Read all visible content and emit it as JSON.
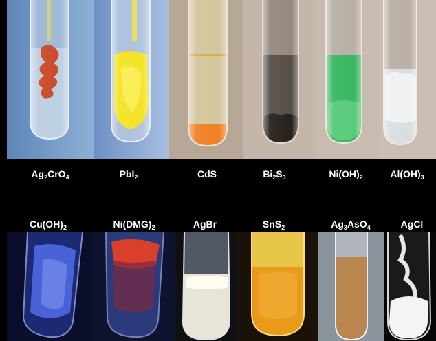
{
  "top_row": [
    {
      "formula": "Ag",
      "sub": "2",
      "rest": "CrO",
      "sub2": "4"
    },
    {
      "formula": "PbI",
      "sub": "2",
      "rest": "",
      "sub2": ""
    },
    {
      "formula": "CdS",
      "sub": "",
      "rest": "",
      "sub2": ""
    },
    {
      "formula": "Bi",
      "sub": "2",
      "rest": "S",
      "sub2": "3"
    },
    {
      "formula": "Ni(OH)",
      "sub": "2",
      "rest": "",
      "sub2": ""
    },
    {
      "formula": "Al(OH)",
      "sub": "3",
      "rest": "",
      "sub2": ""
    }
  ],
  "bottom_row": [
    {
      "formula": "Cu(OH)",
      "sub": "2",
      "rest": "",
      "sub2": ""
    },
    {
      "formula": "Ni(DMG)",
      "sub": "2",
      "rest": "",
      "sub2": ""
    },
    {
      "formula": "AgBr",
      "sub": "",
      "rest": "",
      "sub2": ""
    },
    {
      "formula": "SnS",
      "sub": "2",
      "rest": "",
      "sub2": ""
    },
    {
      "formula": "Ag",
      "sub": "3",
      "rest": "AsO",
      "sub2": "4"
    },
    {
      "formula": "AgCl",
      "sub": "",
      "rest": "",
      "sub2": ""
    }
  ],
  "colors": {
    "Ag2CrO4": "#c8401e",
    "PbI2": "#f2e21a",
    "CdS": "#ee7a1c",
    "Bi2S3": "#1c1612",
    "NiOH2": "#2fb35a",
    "AlOH3": "#eef0f2",
    "CuOH2": "#4a62d8",
    "NiDMG2": "#d8402c",
    "AgBr": "#e8e4d8",
    "SnS2": "#e89a18",
    "Ag3AsO4": "#b8864e",
    "AgCl": "#f4f4f4"
  }
}
